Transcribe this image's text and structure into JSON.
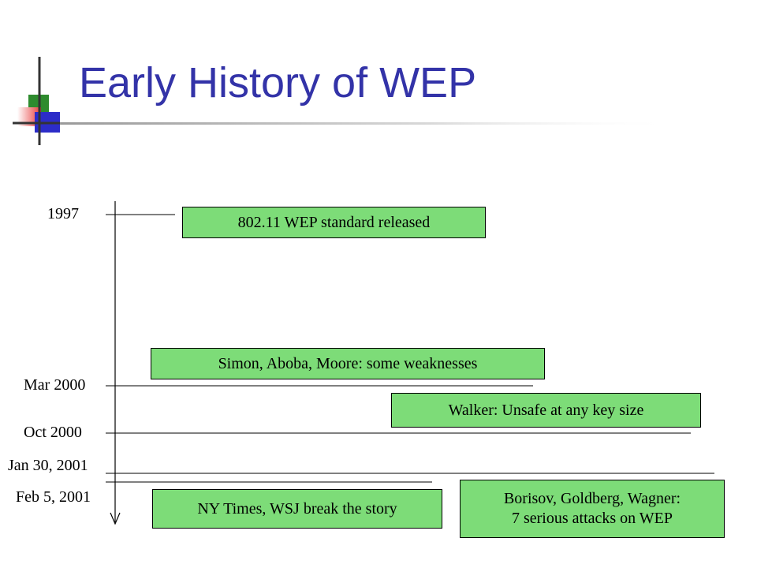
{
  "title": "Early History of WEP",
  "timeline": {
    "dates": [
      "1997",
      "Mar 2000",
      "Oct 2000",
      "Jan 30, 2001",
      "Feb 5, 2001"
    ],
    "events": [
      {
        "line1": "802.11 WEP standard released",
        "line2": ""
      },
      {
        "line1": "Simon, Aboba, Moore: some weaknesses",
        "line2": ""
      },
      {
        "line1": "Walker: Unsafe at any key size",
        "line2": ""
      },
      {
        "line1": "NY Times, WSJ break the story",
        "line2": ""
      },
      {
        "line1": "Borisov, Goldberg, Wagner:",
        "line2": "7 serious attacks on WEP"
      }
    ]
  },
  "colors": {
    "title": "#3333a8",
    "event_box": "#7ddc78",
    "decoration_green": "#2e8b2e",
    "decoration_red": "#e83c3c",
    "decoration_blue": "#2c2cc8"
  }
}
